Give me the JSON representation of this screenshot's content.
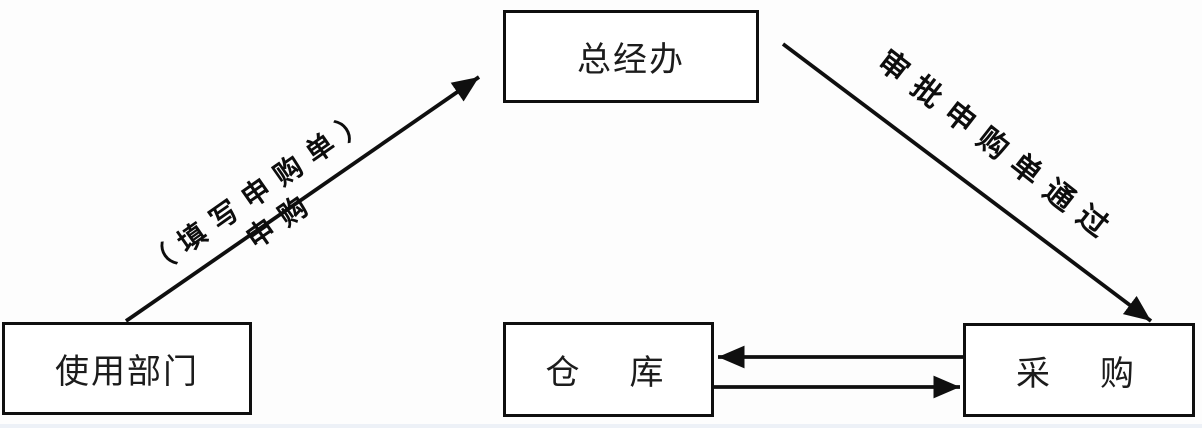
{
  "page": {
    "background_color": "#fdfdfd",
    "bottom_strip_color": "#edf1f7"
  },
  "diagram": {
    "type": "flowchart",
    "stroke_color": "#0f0f0f",
    "box_fill": "#ffffff",
    "nodes": [
      {
        "id": "general-manager-office",
        "label": "总经办"
      },
      {
        "id": "using-department",
        "label": "使用部门"
      },
      {
        "id": "warehouse",
        "label": "仓　库"
      },
      {
        "id": "purchasing",
        "label": "采　购"
      }
    ],
    "edges": [
      {
        "id": "request",
        "from": "using-department",
        "to": "general-manager-office",
        "label_lines": [
          "（填写申购单）",
          "申购"
        ]
      },
      {
        "id": "approval",
        "from": "general-manager-office",
        "to": "purchasing",
        "label": "审批申购单通过"
      },
      {
        "id": "purchasing-to-warehouse",
        "from": "purchasing",
        "to": "warehouse",
        "label": ""
      },
      {
        "id": "warehouse-to-purchasing",
        "from": "warehouse",
        "to": "purchasing",
        "label": ""
      }
    ]
  }
}
